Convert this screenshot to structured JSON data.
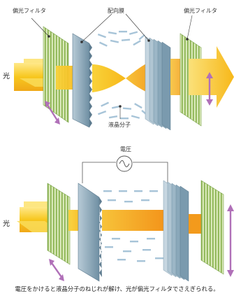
{
  "labels": {
    "polarizer_left": "偏光フィルタ",
    "alignment_film": "配向膜",
    "polarizer_right": "偏光フィルタ",
    "light_top": "光",
    "liquid_crystal": "液晶分子",
    "voltage": "電圧",
    "light_bottom": "光"
  },
  "caption": "電圧をかけると液晶分子のねじれが解け、光が偏光フィルタでさえぎられる。",
  "colors": {
    "light_yellow": "#f7c71e",
    "light_orange": "#f39a1c",
    "filter_green": "#8ab84a",
    "glass_blue": "#8eaec0",
    "molecule_blue": "#a7c4d8",
    "arrow_violet": "#b070b8"
  },
  "icons": [
    "ac-source-icon",
    "polarization-arrow-icon"
  ]
}
